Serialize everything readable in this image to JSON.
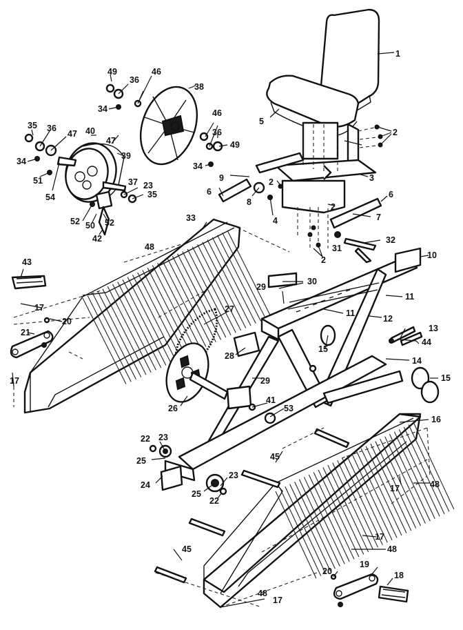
{
  "callouts": {
    "c1": "1",
    "c2a": "2",
    "c2b": "2",
    "c2c": "2",
    "c2d": "2",
    "c3": "3",
    "c4": "4",
    "c5": "5",
    "c6a": "6",
    "c6b": "6",
    "c7": "7",
    "c8": "8",
    "c9": "9",
    "c10": "10",
    "c11a": "11",
    "c11b": "11",
    "c12": "12",
    "c13": "13",
    "c14": "14",
    "c15a": "15",
    "c15b": "15",
    "c16": "16",
    "c17a": "17",
    "c17b": "17",
    "c17c": "17",
    "c17d": "17",
    "c17e": "17",
    "c18": "18",
    "c19": "19",
    "c20a": "20",
    "c20b": "20",
    "c21": "21",
    "c22a": "22",
    "c22b": "22",
    "c23a": "23",
    "c23b": "23",
    "c23c": "23",
    "c24": "24",
    "c25a": "25",
    "c25b": "25",
    "c26": "26",
    "c27": "27",
    "c28": "28",
    "c29a": "29",
    "c29b": "29",
    "c30": "30",
    "c31": "31",
    "c32": "32",
    "c33": "33",
    "c34a": "34",
    "c34b": "34",
    "c34c": "34",
    "c35a": "35",
    "c35b": "35",
    "c36a": "36",
    "c36b": "36",
    "c36c": "36",
    "c37": "37",
    "c38": "38",
    "c39": "39",
    "c40": "40",
    "c41": "41",
    "c42": "42",
    "c43": "43",
    "c44": "44",
    "c45a": "45",
    "c45b": "45",
    "c46a": "46",
    "c46b": "46",
    "c47a": "47",
    "c47b": "47",
    "c48a": "48",
    "c48b": "48",
    "c48c": "48",
    "c48d": "48",
    "c49a": "49",
    "c49b": "49",
    "c50": "50",
    "c51": "51",
    "c52a": "52",
    "c52b": "52",
    "c53": "53",
    "c54": "54"
  }
}
